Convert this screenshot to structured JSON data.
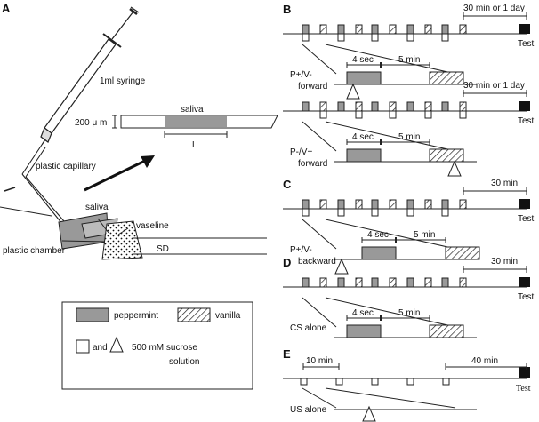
{
  "panel_a": {
    "letter": "A",
    "syringe": "1ml syringe",
    "dimension": "200 μ m",
    "saliva_top": "saliva",
    "length": "L",
    "capillary": "plastic capillary",
    "saliva_bottom": "saliva",
    "vaseline": "vaseline",
    "sd": "SD",
    "chamber": "plastic chamber"
  },
  "legend": {
    "peppermint": "peppermint",
    "vanilla": "vanilla",
    "and": "and",
    "sucrose": "500 mM sucrose",
    "solution": "solution"
  },
  "panels": {
    "b": {
      "letter": "B",
      "top_interval": "30 min or 1 day",
      "test": "Test",
      "dur4": "4 sec",
      "dur5": "5 min",
      "cond1": "P+/V-",
      "cond2": "forward"
    },
    "b2": {
      "top_interval": "30 min or 1 day",
      "test": "Test",
      "dur4": "4 sec",
      "dur5": "5 min",
      "cond1": "P-/V+",
      "cond2": "forward"
    },
    "c": {
      "letter": "C",
      "top_interval": "30 min",
      "test": "Test",
      "dur4": "4 sec",
      "dur5": "5 min",
      "cond1": "P+/V-",
      "cond2": "backward"
    },
    "d": {
      "letter": "D",
      "top_interval": "30 min",
      "test": "Test",
      "dur4": "4 sec",
      "dur5": "5 min",
      "cond1": "CS alone"
    },
    "e": {
      "letter": "E",
      "interval_left": "10 min",
      "interval_right": "40 min",
      "test": "Test",
      "cond1": "US alone"
    }
  }
}
